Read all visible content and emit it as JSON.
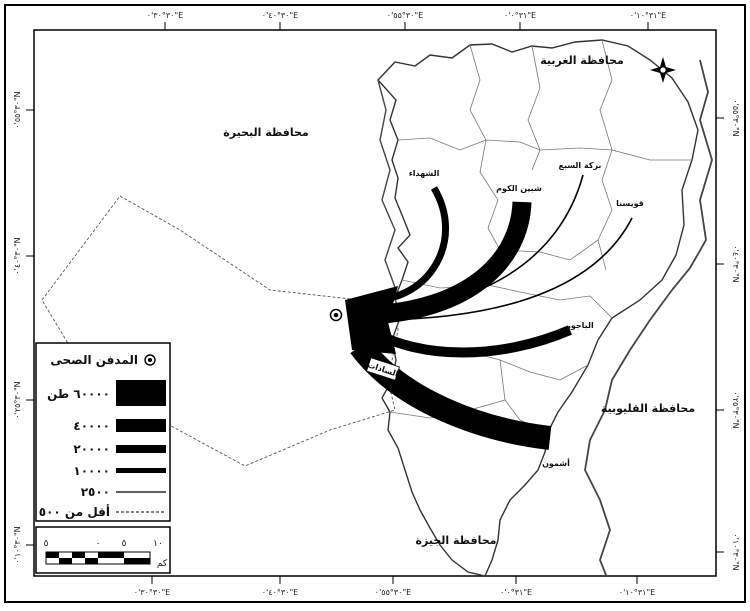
{
  "coords": {
    "top": [
      "٣٠°٣٠'٠\"E",
      "٣٠°٤٠'٠\"E",
      "٣٠°٥٥'٠\"E",
      "٣١°٠'٠\"E",
      "٣١°١٠'٠\"E"
    ],
    "bottom": [
      "٣٠°٣٠'٠\"E",
      "٣٠°٤٠'٠\"E",
      "٣٠°٥٥'٠\"E",
      "٣١°٠'٠\"E",
      "٣١°١٠'٠\"E"
    ],
    "left": [
      "٣٠°٥٥'٠\"N",
      "٣٠°٤٠'٠\"N",
      "٣٠°٢٥'٠\"N",
      "٣٠°١٠'٠\"N"
    ],
    "right": [
      "٣٠°٥٥'٠\"N",
      "٣٠°٤٠'٠\"N",
      "٣٠°٢٥'٠\"N",
      "٣٠°١٠'٠\"N"
    ]
  },
  "places": {
    "gharbia": "محافظة الغربية",
    "beheira": "محافظة البحيرة",
    "qalyubia": "محافظة القليوبية",
    "giza": "محافظة الجيزة",
    "shohada": "الشهداء",
    "shebin": "شبين الكوم",
    "berket": "بركة السبع",
    "quesna": "قويسنا",
    "bagour": "الباجور",
    "ashmoun": "أشمون",
    "sadat": "السادات"
  },
  "legend": {
    "landfill": "المدفن الصحى",
    "t60000": "٦٠٠٠٠ طن",
    "t40000": "٤٠٠٠٠",
    "t20000": "٢٠٠٠٠",
    "t10000": "١٠٠٠٠",
    "t2500": "٢٥٠٠",
    "less500": "أقل من ٥٠٠"
  },
  "scale": {
    "ticks": [
      "١٠",
      "٥",
      "٠",
      "٥"
    ],
    "unit": "كم"
  },
  "flows": [
    {
      "from": "ashmoun",
      "tons": 60000
    },
    {
      "from": "shebin",
      "tons": 40000
    },
    {
      "from": "bagour",
      "tons": 20000
    },
    {
      "from": "shohada",
      "tons": 10000
    },
    {
      "from": "berket",
      "tons": 2500
    },
    {
      "from": "quesna",
      "tons": 2500
    }
  ]
}
